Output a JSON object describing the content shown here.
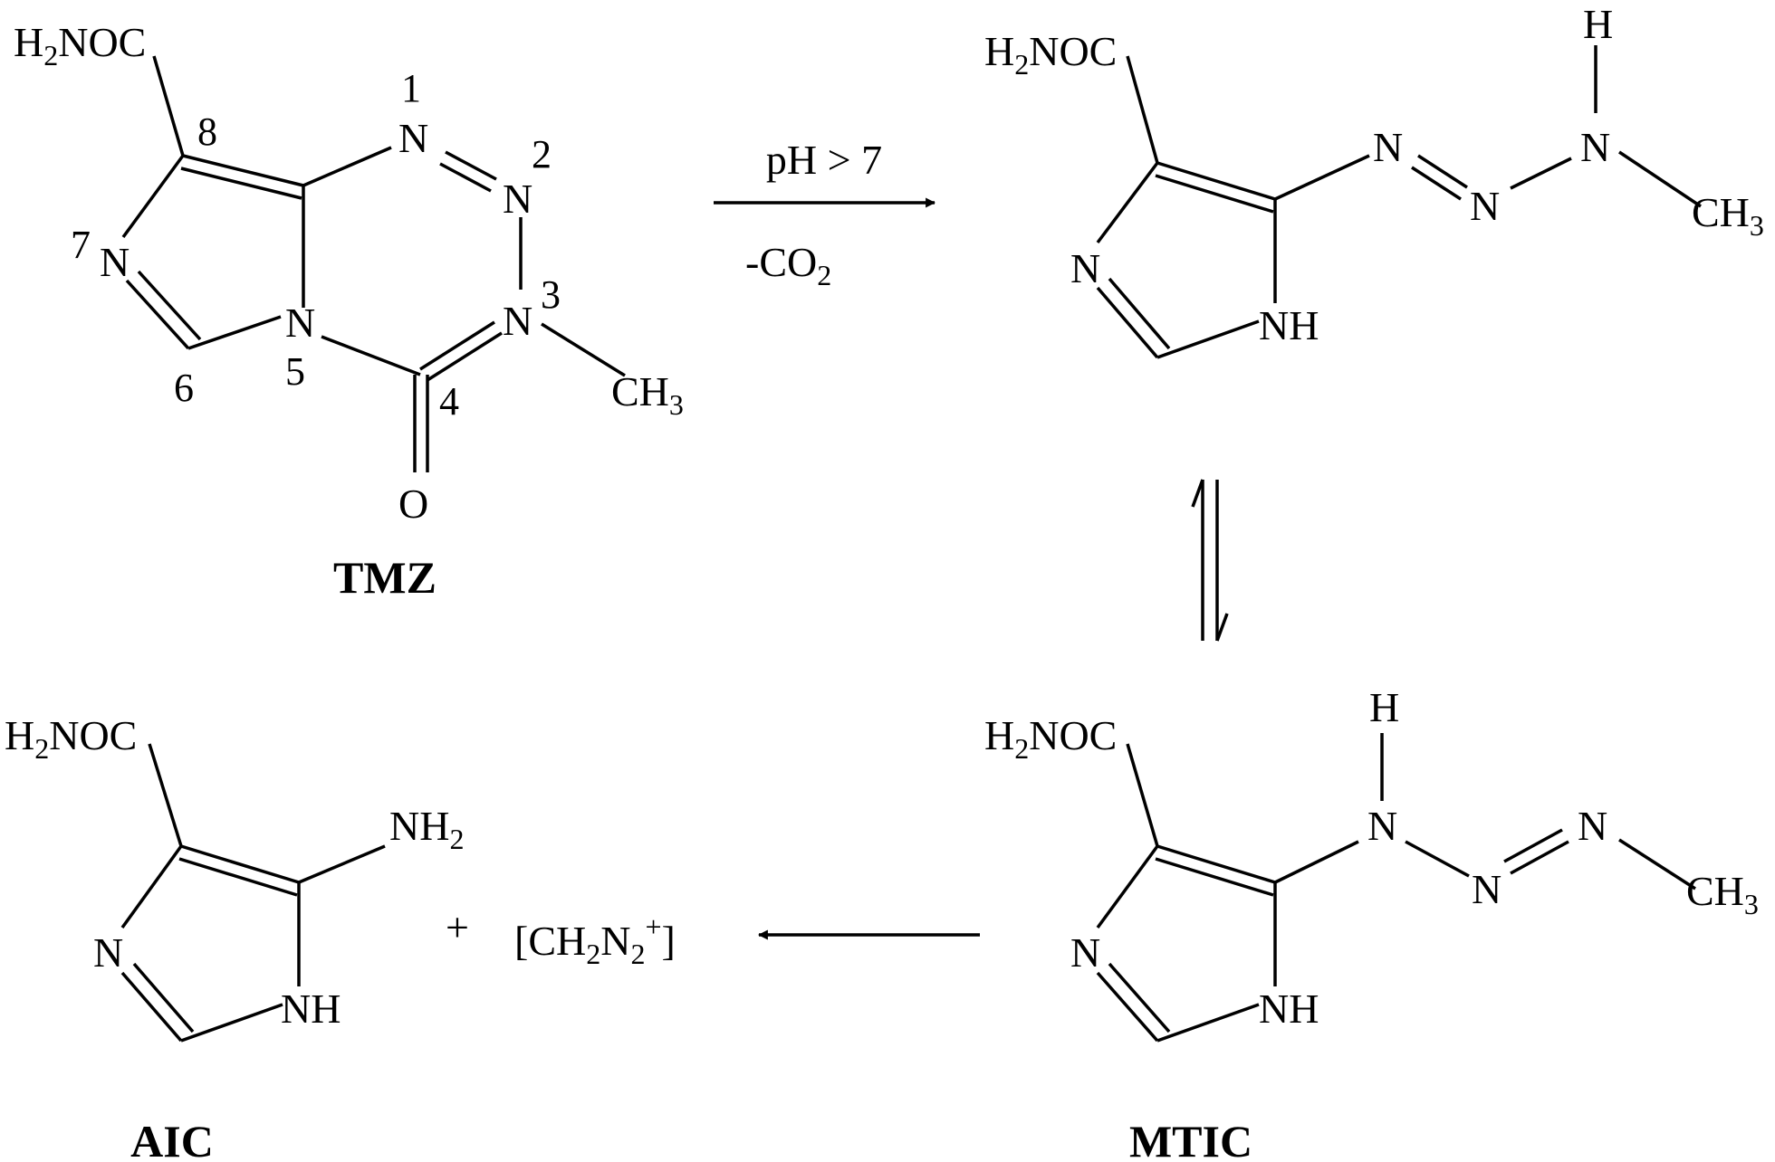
{
  "compounds": {
    "tmz": {
      "name": "TMZ",
      "carboxamide": "H2NOC",
      "methyl": "CH3",
      "oxygen": "O",
      "ring_atoms": {
        "n1": "N",
        "n2": "N",
        "n3": "N",
        "n5": "N",
        "n7": "N"
      },
      "position_numbers": [
        "1",
        "2",
        "3",
        "4",
        "5",
        "6",
        "7",
        "8"
      ]
    },
    "intermediate": {
      "carboxamide": "H2NOC",
      "ring_n": "N",
      "ring_nh": "NH",
      "triazene": [
        "N",
        "N",
        "N"
      ],
      "h": "H",
      "methyl": "CH3"
    },
    "mtic": {
      "name": "MTIC",
      "carboxamide": "H2NOC",
      "ring_n": "N",
      "ring_nh": "NH",
      "triazene": [
        "N",
        "N",
        "N"
      ],
      "h": "H",
      "methyl": "CH3"
    },
    "aic": {
      "name": "AIC",
      "carboxamide": "H2NOC",
      "amine": "NH2",
      "ring_n": "N",
      "ring_nh": "NH"
    }
  },
  "byproduct": {
    "plus": "+",
    "species": "[CH2N2+]"
  },
  "reactions": [
    {
      "from": "TMZ",
      "to": "intermediate",
      "type": "forward",
      "above": "pH > 7",
      "below": "-CO2"
    },
    {
      "from": "intermediate",
      "to": "MTIC",
      "type": "equilibrium"
    },
    {
      "from": "MTIC",
      "to": "AIC",
      "type": "forward"
    }
  ]
}
